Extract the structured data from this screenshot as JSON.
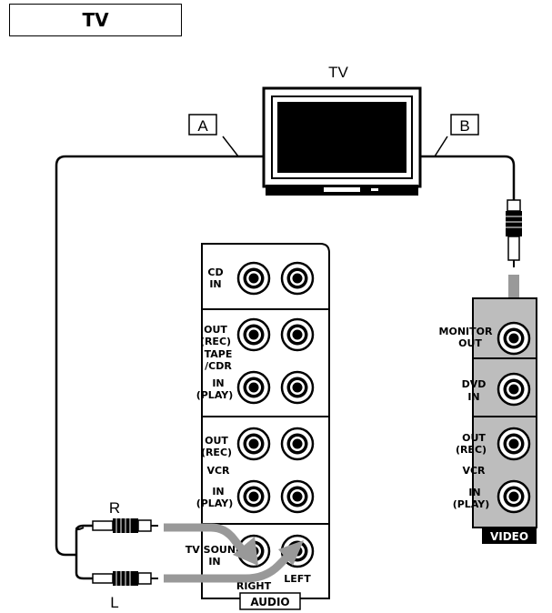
{
  "title": "TV",
  "tv_label": "TV",
  "cable_a": "A",
  "cable_b": "B",
  "audio_panel": {
    "cd_in": [
      "CD",
      "IN"
    ],
    "tape_out": [
      "OUT",
      "(REC)"
    ],
    "tape_name": [
      "TAPE",
      "/CDR"
    ],
    "tape_in": [
      "IN",
      "(PLAY)"
    ],
    "vcr_out": [
      "OUT",
      "(REC)"
    ],
    "vcr_name": "VCR",
    "vcr_in": [
      "IN",
      "(PLAY)"
    ],
    "tv_sound": [
      "TV SOUND",
      "IN"
    ],
    "right": "RIGHT",
    "left": "LEFT",
    "footer": "AUDIO"
  },
  "video_panel": {
    "monitor_out": [
      "MONITOR",
      "OUT"
    ],
    "dvd_in": [
      "DVD",
      "IN"
    ],
    "vcr_out": [
      "OUT",
      "(REC)"
    ],
    "vcr_name": "VCR",
    "vcr_in": [
      "IN",
      "(PLAY)"
    ],
    "footer": "VIDEO"
  },
  "plug_r": "R",
  "plug_l": "L"
}
